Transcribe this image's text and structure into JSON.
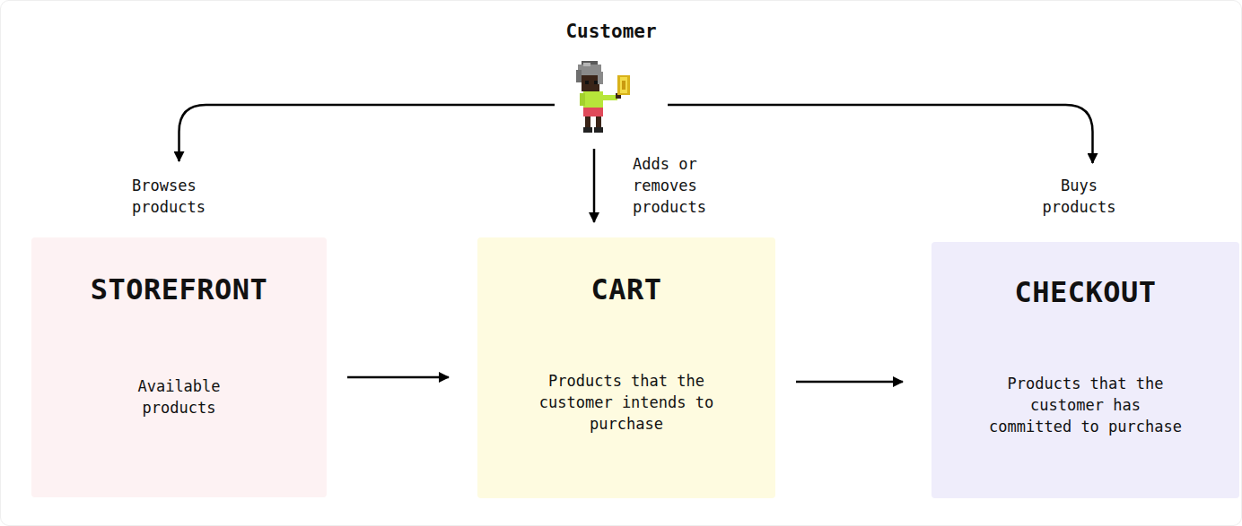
{
  "diagram": {
    "nodes": [
      {
        "text": [
          "Customer"
        ]
      },
      {
        "text": [
          "STOREFRONT",
          "Available products"
        ]
      },
      {
        "text": [
          "CART",
          "Products that the customer intends to purchase"
        ]
      },
      {
        "text": [
          "CHECKOUT",
          "Products that the customer has committed to purchase"
        ]
      }
    ],
    "edges": [
      {
        "from": 0,
        "to": 1,
        "arrow": "to",
        "label": "Browses products"
      },
      {
        "from": 0,
        "to": 2,
        "arrow": "to",
        "label": "Adds or removes products"
      },
      {
        "from": 0,
        "to": 3,
        "arrow": "to",
        "label": "Buys products"
      },
      {
        "from": 1,
        "to": 2,
        "arrow": "to"
      },
      {
        "from": 2,
        "to": 3,
        "arrow": "to"
      }
    ]
  }
}
